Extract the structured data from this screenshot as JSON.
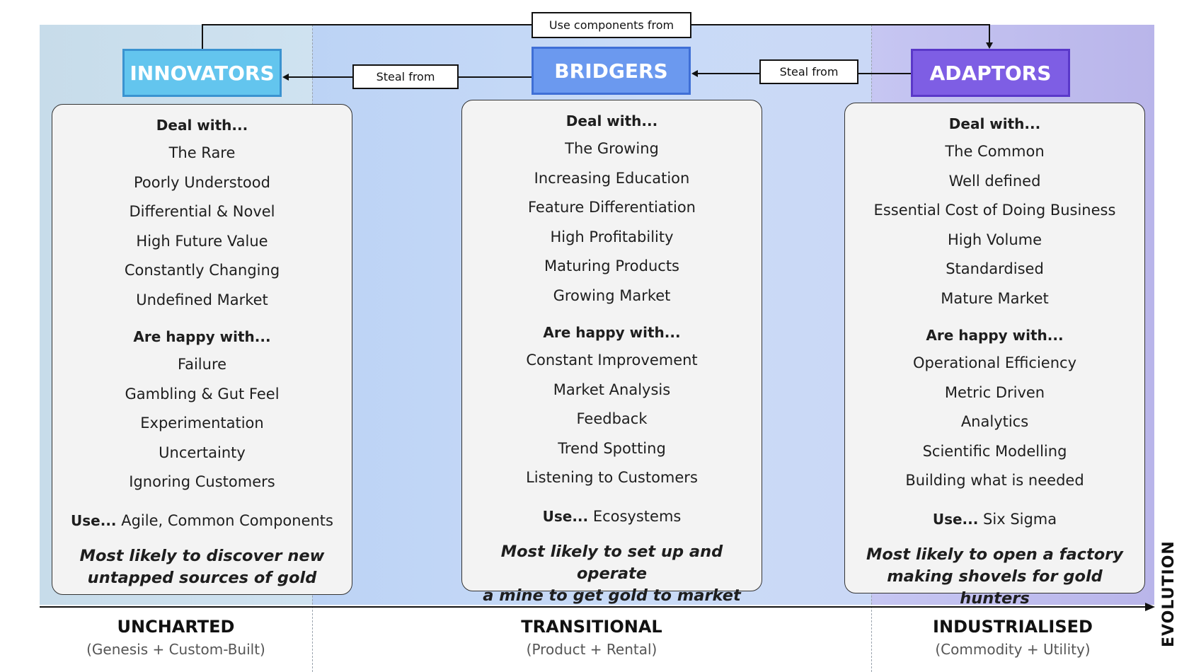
{
  "connectors": {
    "use_components": "Use components from",
    "steal_left": "Steal from",
    "steal_right": "Steal from"
  },
  "groups": [
    {
      "name": "INNOVATORS",
      "deal_heading": "Deal with...",
      "deal_items": [
        "The Rare",
        "Poorly Understood",
        "Differential & Novel",
        "High Future Value",
        "Constantly Changing",
        "Undefined Market"
      ],
      "happy_heading": "Are happy with...",
      "happy_items": [
        "Failure",
        "Gambling & Gut Feel",
        "Experimentation",
        "Uncertainty",
        "Ignoring Customers"
      ],
      "use_label": "Use...",
      "use_value": "Agile, Common Components",
      "likely_line1": "Most likely to discover new",
      "likely_line2": "untapped sources of gold",
      "color": "#63c5ee"
    },
    {
      "name": "BRIDGERS",
      "deal_heading": "Deal with...",
      "deal_items": [
        "The Growing",
        "Increasing Education",
        "Feature Differentiation",
        "High Profitability",
        "Maturing Products",
        "Growing Market"
      ],
      "happy_heading": "Are happy with...",
      "happy_items": [
        "Constant Improvement",
        "Market Analysis",
        "Feedback",
        "Trend Spotting",
        "Listening to Customers"
      ],
      "use_label": "Use...",
      "use_value": "Ecosystems",
      "likely_line1": "Most likely to set up and operate",
      "likely_line2": "a mine to get gold to market",
      "color": "#6b99ef"
    },
    {
      "name": "ADAPTORS",
      "deal_heading": "Deal with...",
      "deal_items": [
        "The Common",
        "Well defined",
        "Essential Cost of Doing Business",
        "High Volume",
        "Standardised",
        "Mature Market"
      ],
      "happy_heading": "Are happy with...",
      "happy_items": [
        "Operational Efficiency",
        "Metric Driven",
        "Analytics",
        "Scientific Modelling",
        "Building what is needed"
      ],
      "use_label": "Use...",
      "use_value": "Six Sigma",
      "likely_line1": "Most likely to open a factory",
      "likely_line2": "making shovels for gold hunters",
      "color": "#7e5ee4"
    }
  ],
  "axis": {
    "label": "EVOLUTION",
    "zones": [
      {
        "name": "UNCHARTED",
        "sub": "(Genesis + Custom-Built)"
      },
      {
        "name": "TRANSITIONAL",
        "sub": "(Product + Rental)"
      },
      {
        "name": "INDUSTRIALISED",
        "sub": "(Commodity + Utility)"
      }
    ]
  }
}
